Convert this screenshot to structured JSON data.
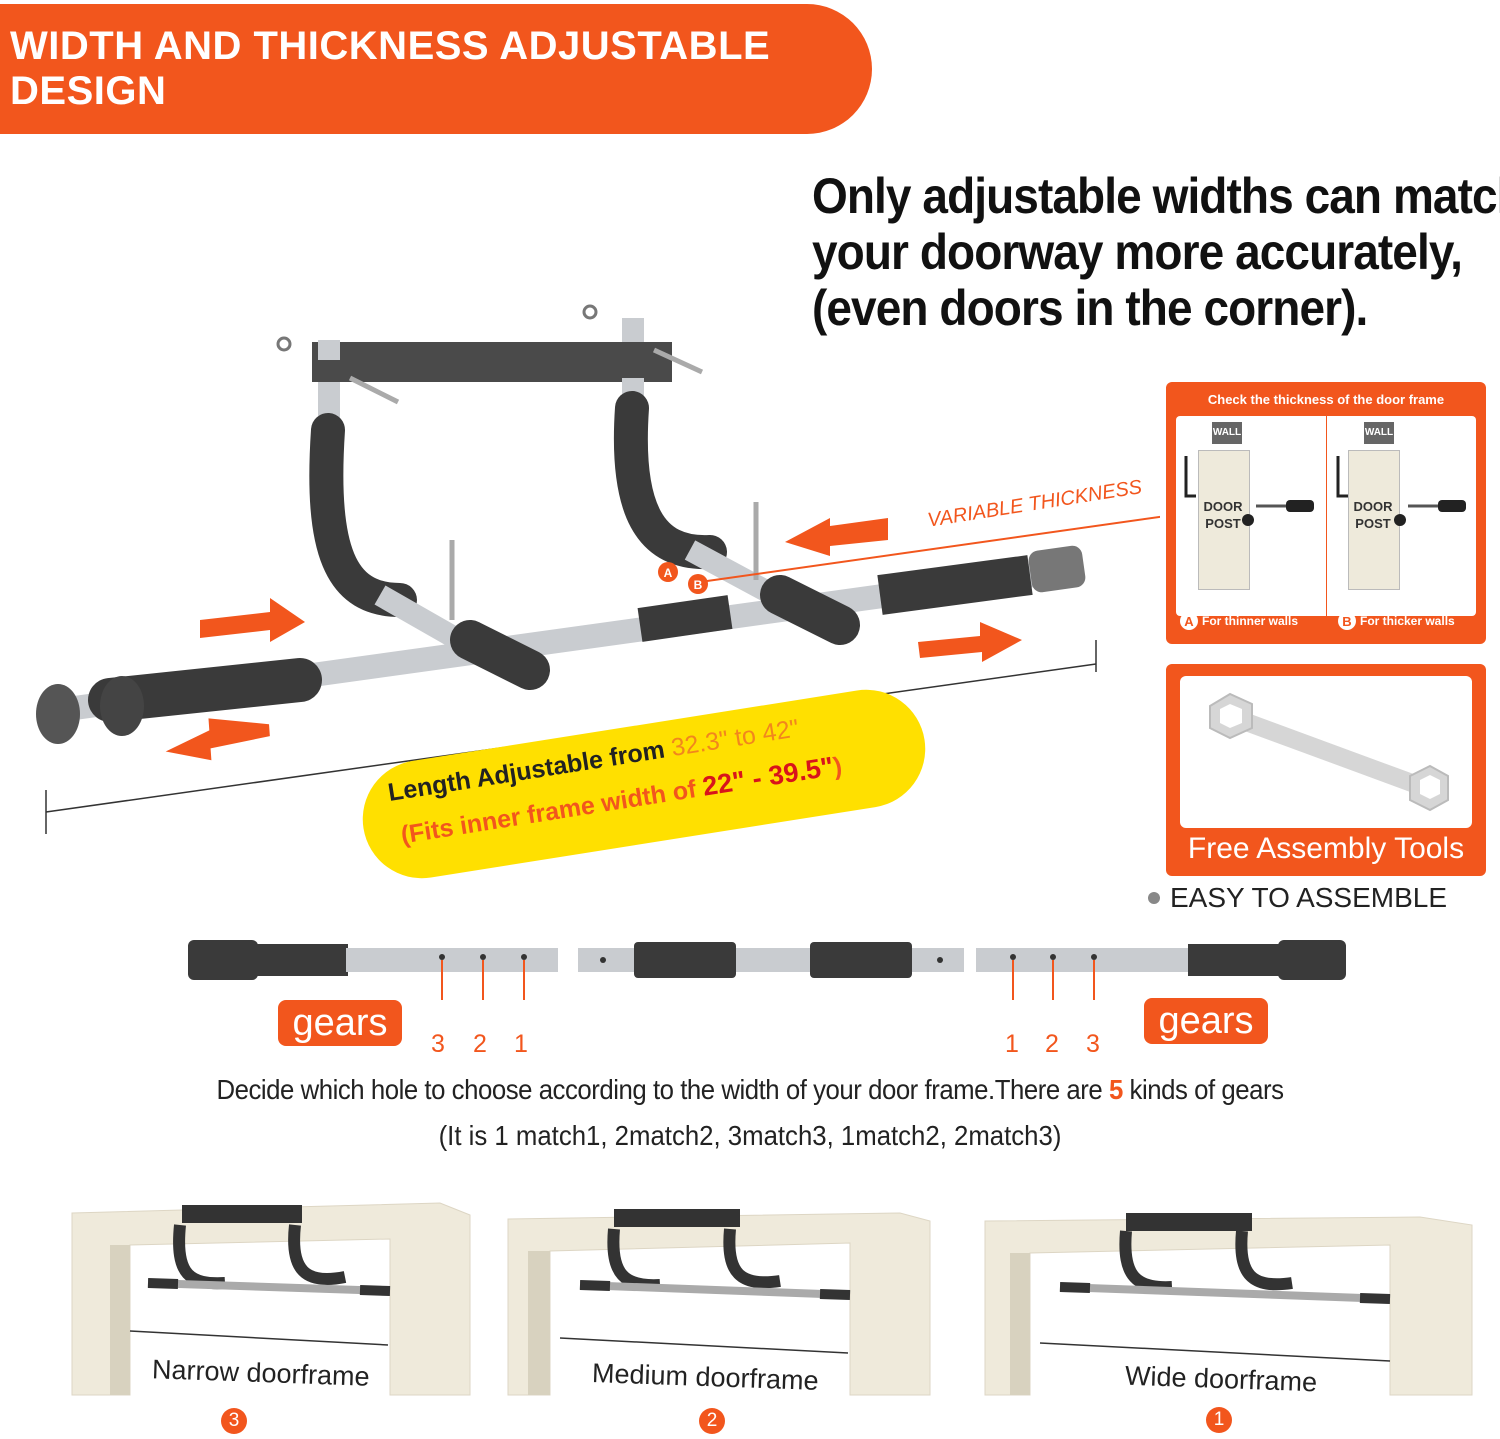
{
  "banner": {
    "title": "WIDTH AND THICKNESS ADJUSTABLE DESIGN"
  },
  "headline": {
    "line1": "Only adjustable widths can match",
    "line2": "your doorway more accurately,",
    "line3": "(even doors in the corner)."
  },
  "annotations": {
    "variable_thickness": "VARIABLE THICKNESS",
    "marker_a": "A",
    "marker_b": "B"
  },
  "length": {
    "prefix": "Length Adjustable from ",
    "range": "32.3\" to 42\"",
    "fits_prefix": "(Fits inner frame width of ",
    "fits_range": "22\" - 39.5\"",
    "fits_suffix": ")"
  },
  "thickness_panel": {
    "title": "Check the thickness of the door frame",
    "wall": "WALL",
    "door_post_line1": "DOOR",
    "door_post_line2": "POST",
    "a_letter": "A",
    "a_caption": "For thinner walls",
    "b_letter": "B",
    "b_caption": "For thicker walls"
  },
  "tools_panel": {
    "label": "Free Assembly Tools"
  },
  "easy": {
    "label": "EASY TO ASSEMBLE"
  },
  "gears": {
    "label": "gears",
    "left_numbers": [
      "3",
      "2",
      "1"
    ],
    "right_numbers": [
      "1",
      "2",
      "3"
    ]
  },
  "description": {
    "line1_before": "Decide which hole to choose according to the width of your door frame.There are ",
    "count": "5",
    "line1_after": " kinds of gears",
    "line2": "(It is 1 match1,   2match2,  3match3,  1match2,  2match3)"
  },
  "doorframes": [
    {
      "label": "Narrow doorframe",
      "number": "3"
    },
    {
      "label": "Medium doorframe",
      "number": "2"
    },
    {
      "label": "Wide doorframe",
      "number": "1"
    }
  ],
  "colors": {
    "accent": "#f2561d",
    "highlight": "#ffe000",
    "foam": "#3a3a3a",
    "steel": "#c9ccd0"
  }
}
